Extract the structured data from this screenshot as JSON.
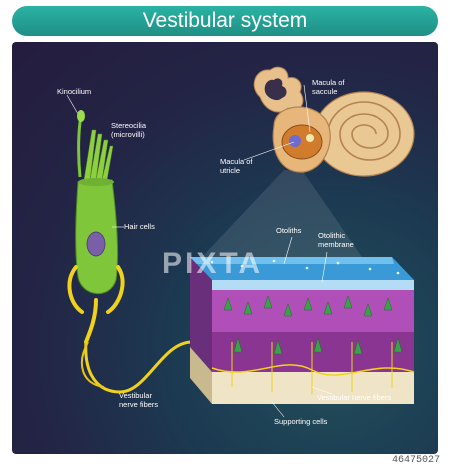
{
  "title": "Vestibular system",
  "labels": {
    "kinocilium": "Kinocilium",
    "stereocilia_1": "Stereocilia",
    "stereocilia_2": "(microvilli)",
    "hair_cells": "Hair cells",
    "macula_saccule_1": "Macula of",
    "macula_saccule_2": "saccule",
    "macula_utricle_1": "Macula of",
    "macula_utricle_2": "utricle",
    "otoliths": "Otoliths",
    "otolithic_1": "Otolithic",
    "otolithic_2": "membrane",
    "vestibular_nerve_left_1": "Vestibular",
    "vestibular_nerve_left_2": "nerve fibers",
    "vestibular_nerve_right": "Vestibular nerve fibers",
    "supporting_cells": "Supporting cells"
  },
  "watermark": "PIXTA",
  "stock_id": "46475027",
  "colors": {
    "title_bg": "#2ab3a4",
    "nerve": "#f0d21c",
    "cell": "#7fc63a",
    "tissue": "#b04fb8",
    "membrane": "#3a9ad8",
    "base": "#efe4c6"
  }
}
